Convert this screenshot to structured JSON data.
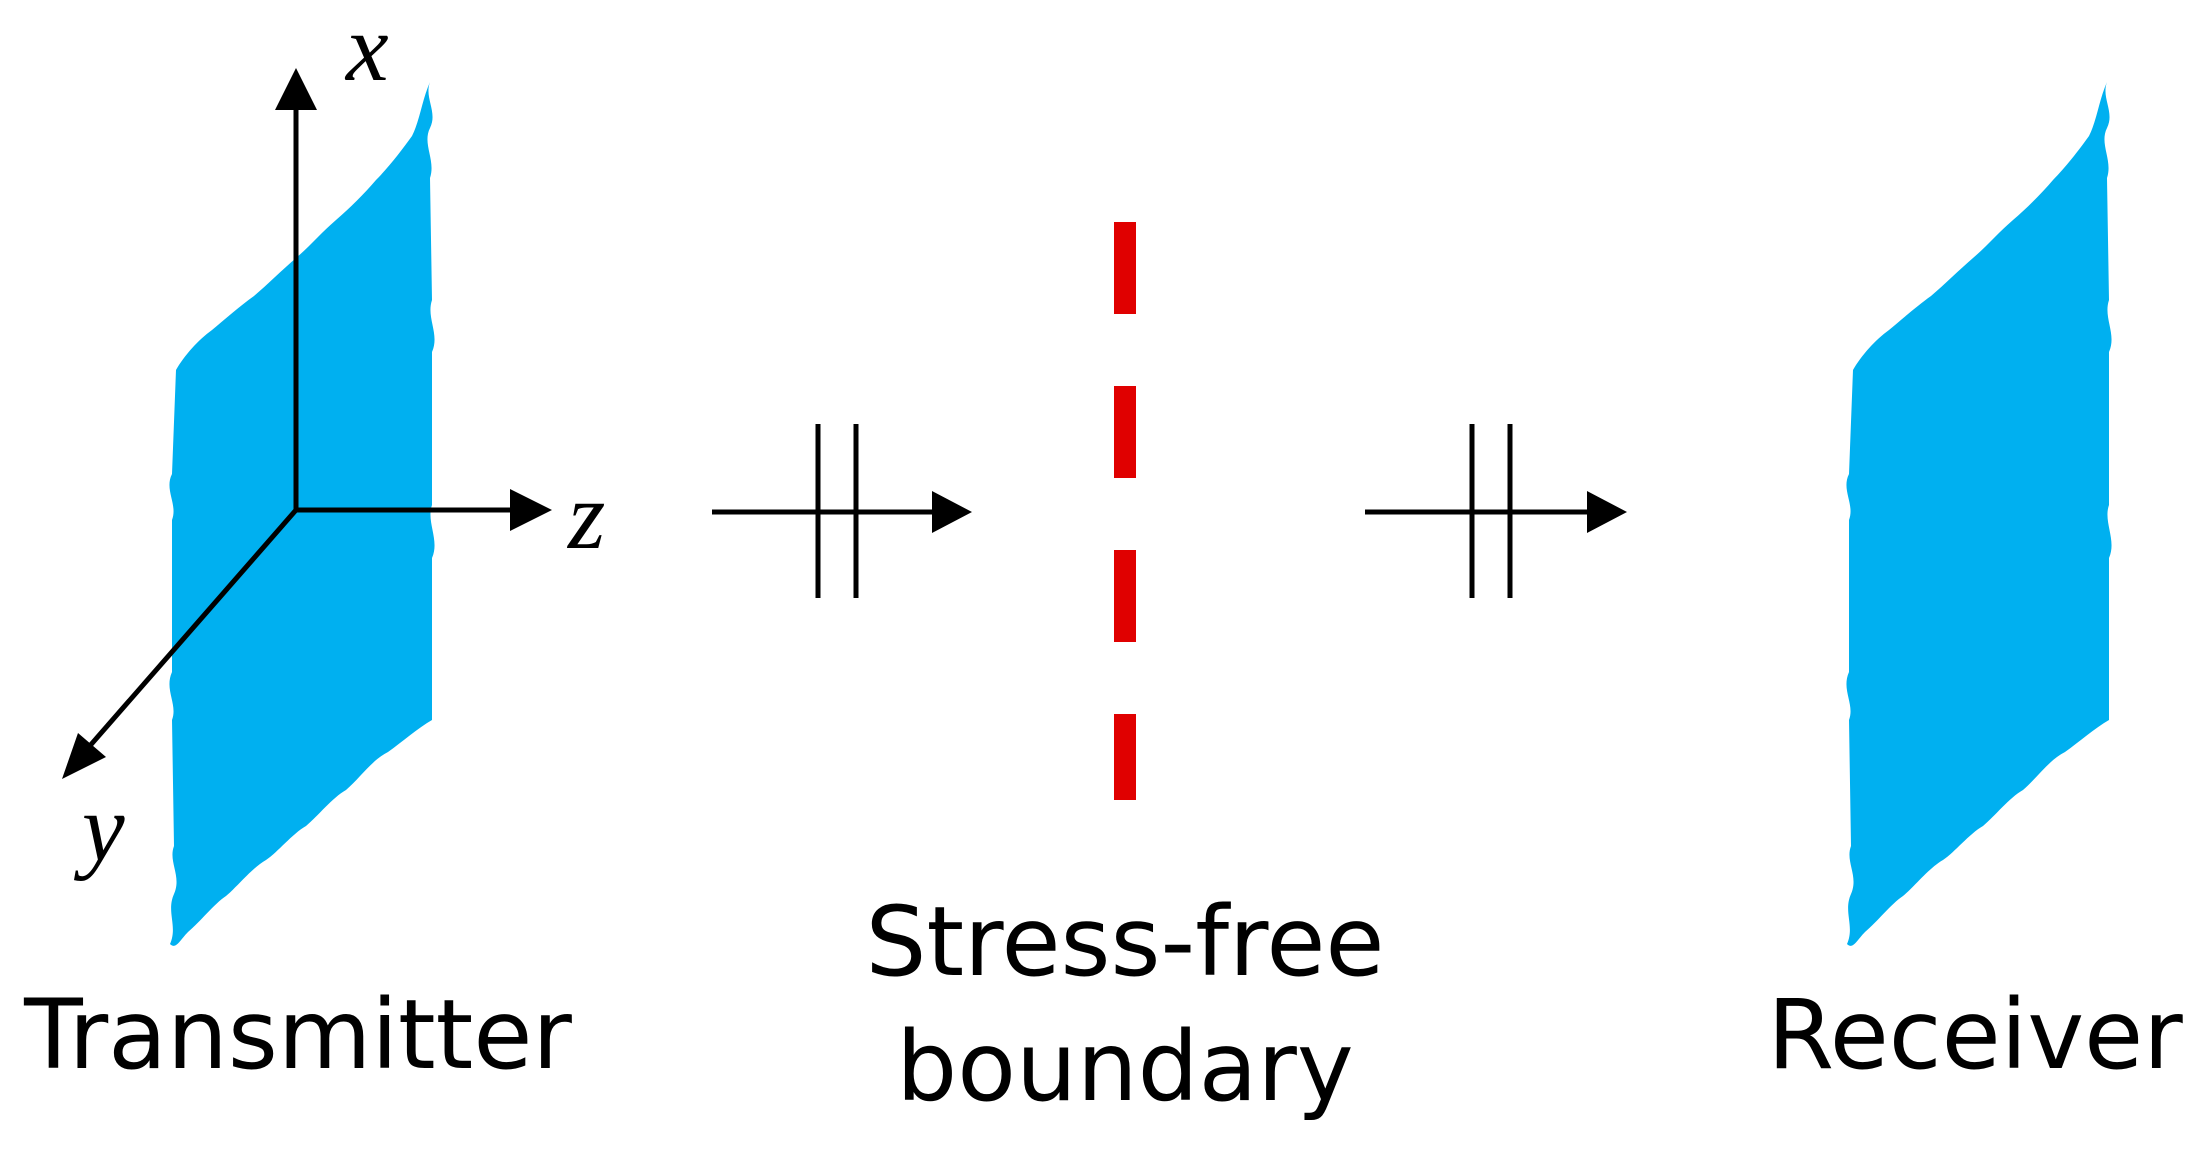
{
  "axes": {
    "x_label": "x",
    "y_label": "y",
    "z_label": "z"
  },
  "labels": {
    "transmitter": "Transmitter",
    "boundary_line1": "Stress-free",
    "boundary_line2": "boundary",
    "receiver": "Receiver"
  },
  "colors": {
    "plate": "#00B0F0",
    "boundary": "#E00000",
    "ink": "#000000"
  }
}
